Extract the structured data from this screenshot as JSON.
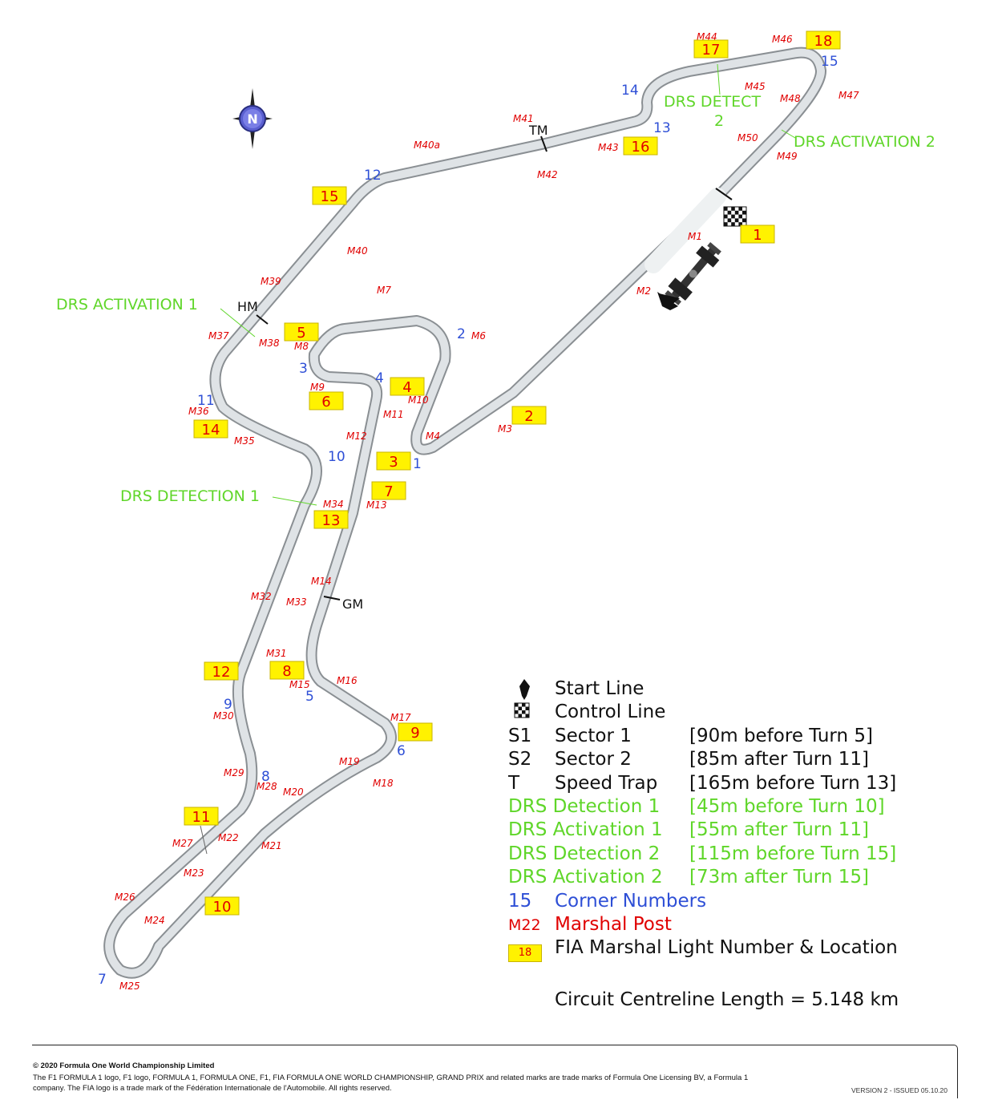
{
  "compass": {
    "letter": "N"
  },
  "speed_trap_label": "TM",
  "sector_labels": {
    "s1": "HM",
    "s2": "GM"
  },
  "corners": [
    "1",
    "2",
    "3",
    "4",
    "5",
    "6",
    "7",
    "8",
    "9",
    "10",
    "11",
    "12",
    "13",
    "14",
    "15"
  ],
  "marshal_posts": [
    "M1",
    "M2",
    "M3",
    "M4",
    "M6",
    "M7",
    "M8",
    "M9",
    "M10",
    "M11",
    "M12",
    "M13",
    "M14",
    "M15",
    "M16",
    "M17",
    "M18",
    "M19",
    "M20",
    "M21",
    "M22",
    "M23",
    "M24",
    "M25",
    "M26",
    "M27",
    "M28",
    "M29",
    "M30",
    "M31",
    "M32",
    "M33",
    "M34",
    "M35",
    "M36",
    "M37",
    "M38",
    "M39",
    "M40",
    "M40a",
    "M41",
    "M42",
    "M43",
    "M44",
    "M45",
    "M46",
    "M47",
    "M48",
    "M49",
    "M50"
  ],
  "marshal_lights": [
    "1",
    "2",
    "3",
    "4",
    "5",
    "6",
    "7",
    "8",
    "9",
    "10",
    "11",
    "12",
    "13",
    "14",
    "15",
    "16",
    "17",
    "18"
  ],
  "drs_labels": {
    "activation_1": "DRS ACTIVATION 1",
    "detection_1": "DRS DETECTION 1",
    "detect_2_line1": "DRS DETECT",
    "detect_2_line2": "2",
    "activation_2": "DRS ACTIVATION 2"
  },
  "legend": [
    {
      "key": "",
      "name": "Start Line",
      "desc": "",
      "color": "black",
      "icon": "start-arrow-icon"
    },
    {
      "key": "",
      "name": "Control Line",
      "desc": "",
      "color": "black",
      "icon": "checkered-flag-icon"
    },
    {
      "key": "S1",
      "name": "Sector 1",
      "desc": "[90m before Turn 5]",
      "color": "black"
    },
    {
      "key": "S2",
      "name": "Sector 2",
      "desc": "[85m after Turn 11]",
      "color": "black"
    },
    {
      "key": "T",
      "name": "Speed Trap",
      "desc": "[165m before Turn 13]",
      "color": "black"
    },
    {
      "key": "DRS Detection 1",
      "name": "",
      "desc": "[45m before Turn 10]",
      "color": "green"
    },
    {
      "key": "DRS Activation 1",
      "name": "",
      "desc": "[55m after Turn 11]",
      "color": "green"
    },
    {
      "key": "DRS Detection 2",
      "name": "",
      "desc": "[115m before Turn 15]",
      "color": "green"
    },
    {
      "key": "DRS Activation 2",
      "name": "",
      "desc": "[73m after Turn 15]",
      "color": "green"
    },
    {
      "key": "15",
      "name": "Corner Numbers",
      "desc": "",
      "color": "blue"
    },
    {
      "key": "M22",
      "name": "Marshal Post",
      "desc": "",
      "color": "red"
    },
    {
      "key": "18",
      "name": "FIA Marshal Light Number & Location",
      "desc": "",
      "color": "box"
    }
  ],
  "circuit_length": "Circuit Centreline Length = 5.148 km",
  "footer": {
    "copyright": "© 2020 Formula One World Championship Limited",
    "trademark": "The F1 FORMULA 1 logo, F1 logo, FORMULA 1, FORMULA ONE, F1, FIA FORMULA ONE WORLD CHAMPIONSHIP, GRAND PRIX and related marks are trade marks of Formula One Licensing BV, a Formula 1 company. The FIA logo is a trade mark of the Fédération Internationale de l'Automobile. All rights reserved.",
    "version": "VERSION 2 - ISSUED 05.10.20"
  },
  "colors": {
    "corner": "#2e4fd6",
    "marshal": "#e00000",
    "drs": "#5fd629",
    "light_fill": "#fff200",
    "track": "#d4d9dc"
  }
}
